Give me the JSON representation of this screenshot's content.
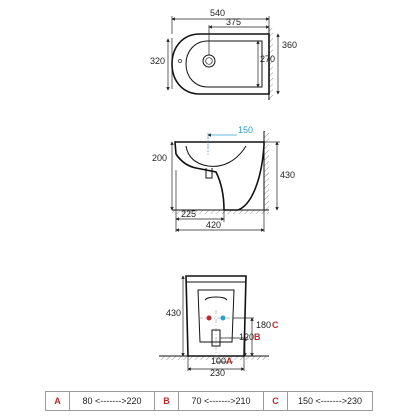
{
  "top_view": {
    "overall_width": "540",
    "inner_width": "375",
    "depth_left": "320",
    "depth_right_outer": "360",
    "depth_right_inner": "270"
  },
  "side_view": {
    "tap_height": "150",
    "rim_height": "200",
    "total_height": "430",
    "base_depth": "225",
    "overall_depth": "420"
  },
  "back_view": {
    "total_height": "430",
    "dim_c": "180",
    "code_c": "C",
    "dim_b": "120",
    "code_b": "B",
    "dim_a": "100",
    "code_a": "A",
    "base_width": "230"
  },
  "legend": [
    {
      "code": "A",
      "range": "80 <------->220"
    },
    {
      "code": "B",
      "range": "70 <------->210"
    },
    {
      "code": "C",
      "range": "150 <------->230"
    }
  ],
  "colors": {
    "outline": "#111111",
    "blue": "#2a9fd6",
    "red": "#c0272d"
  }
}
